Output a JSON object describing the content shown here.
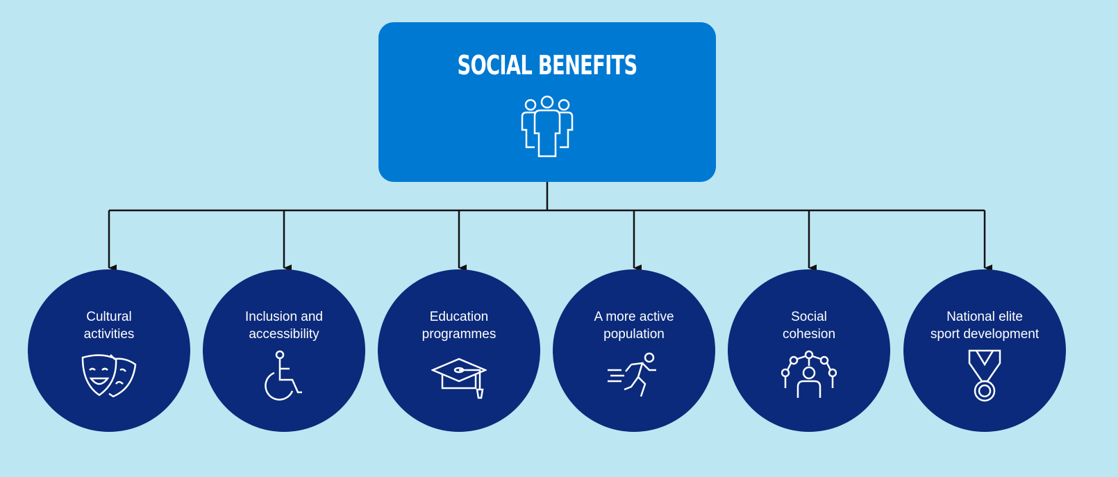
{
  "title": "SOCIAL BENEFITS",
  "colors": {
    "background": "#bde6f3",
    "header_box": "#0079d3",
    "node": "#0b2a7b",
    "connector": "#111111"
  },
  "header_icon": "people-group-icon",
  "nodes": [
    {
      "line1": "Cultural",
      "line2": "activities",
      "icon": "theatre-masks-icon"
    },
    {
      "line1": "Inclusion and",
      "line2": "accessibility",
      "icon": "wheelchair-icon"
    },
    {
      "line1": "Education",
      "line2": "programmes",
      "icon": "graduation-cap-icon"
    },
    {
      "line1": "A more active",
      "line2": "population",
      "icon": "running-person-icon"
    },
    {
      "line1": "Social",
      "line2": "cohesion",
      "icon": "network-person-icon"
    },
    {
      "line1": "National elite",
      "line2": "sport development",
      "icon": "medal-icon"
    }
  ]
}
